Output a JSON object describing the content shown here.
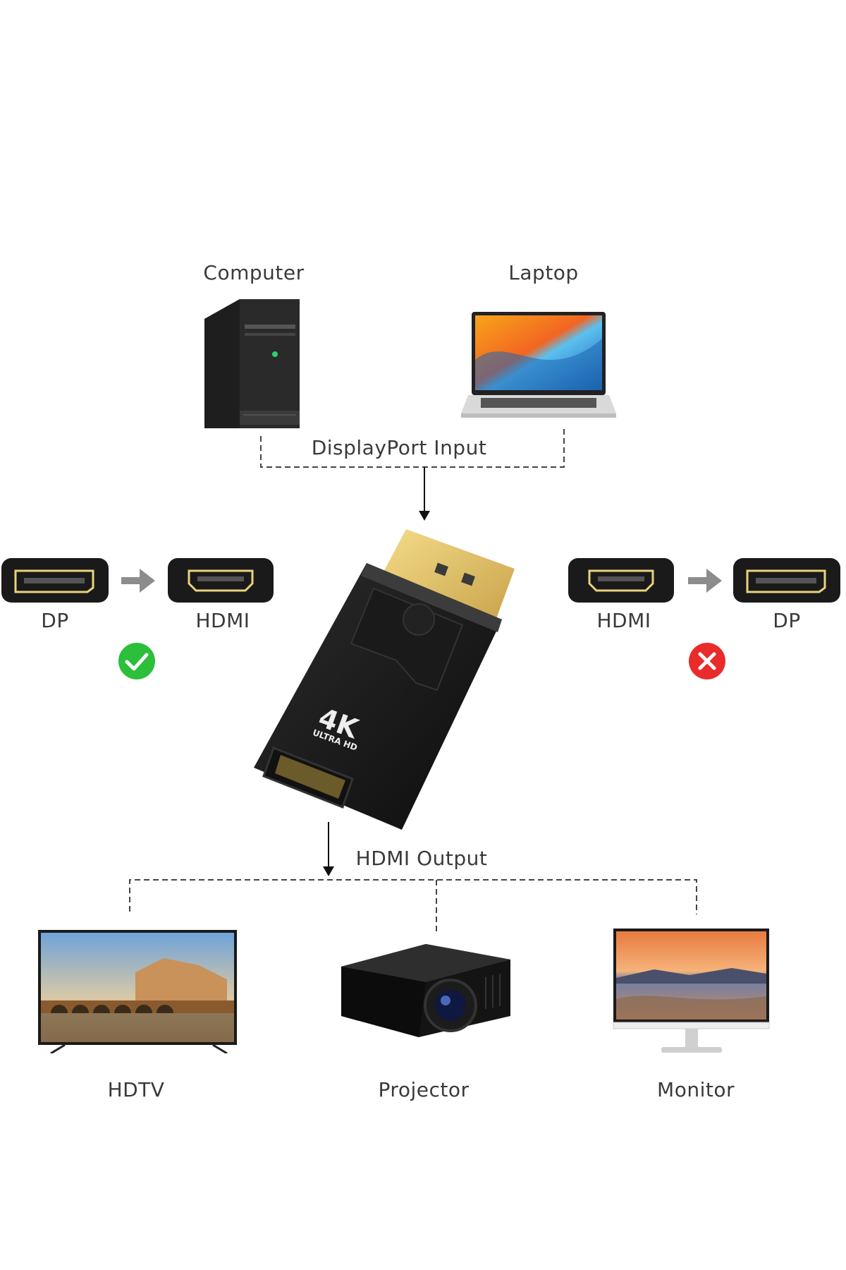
{
  "inputs": {
    "computer_label": "Computer",
    "laptop_label": "Laptop",
    "caption": "DisplayPort  Input"
  },
  "direction_left": {
    "from_label": "DP",
    "to_label": "HDMI",
    "status": "supported",
    "status_color": "#2bbf3b"
  },
  "direction_right": {
    "from_label": "HDMI",
    "to_label": "DP",
    "status": "not-supported",
    "status_color": "#ea2b2b"
  },
  "adapter": {
    "badge_main": "4K",
    "badge_sub": "ULTRA HD"
  },
  "outputs": {
    "caption": "HDMI  Output",
    "hdtv_label": "HDTV",
    "projector_label": "Projector",
    "monitor_label": "Monitor"
  }
}
